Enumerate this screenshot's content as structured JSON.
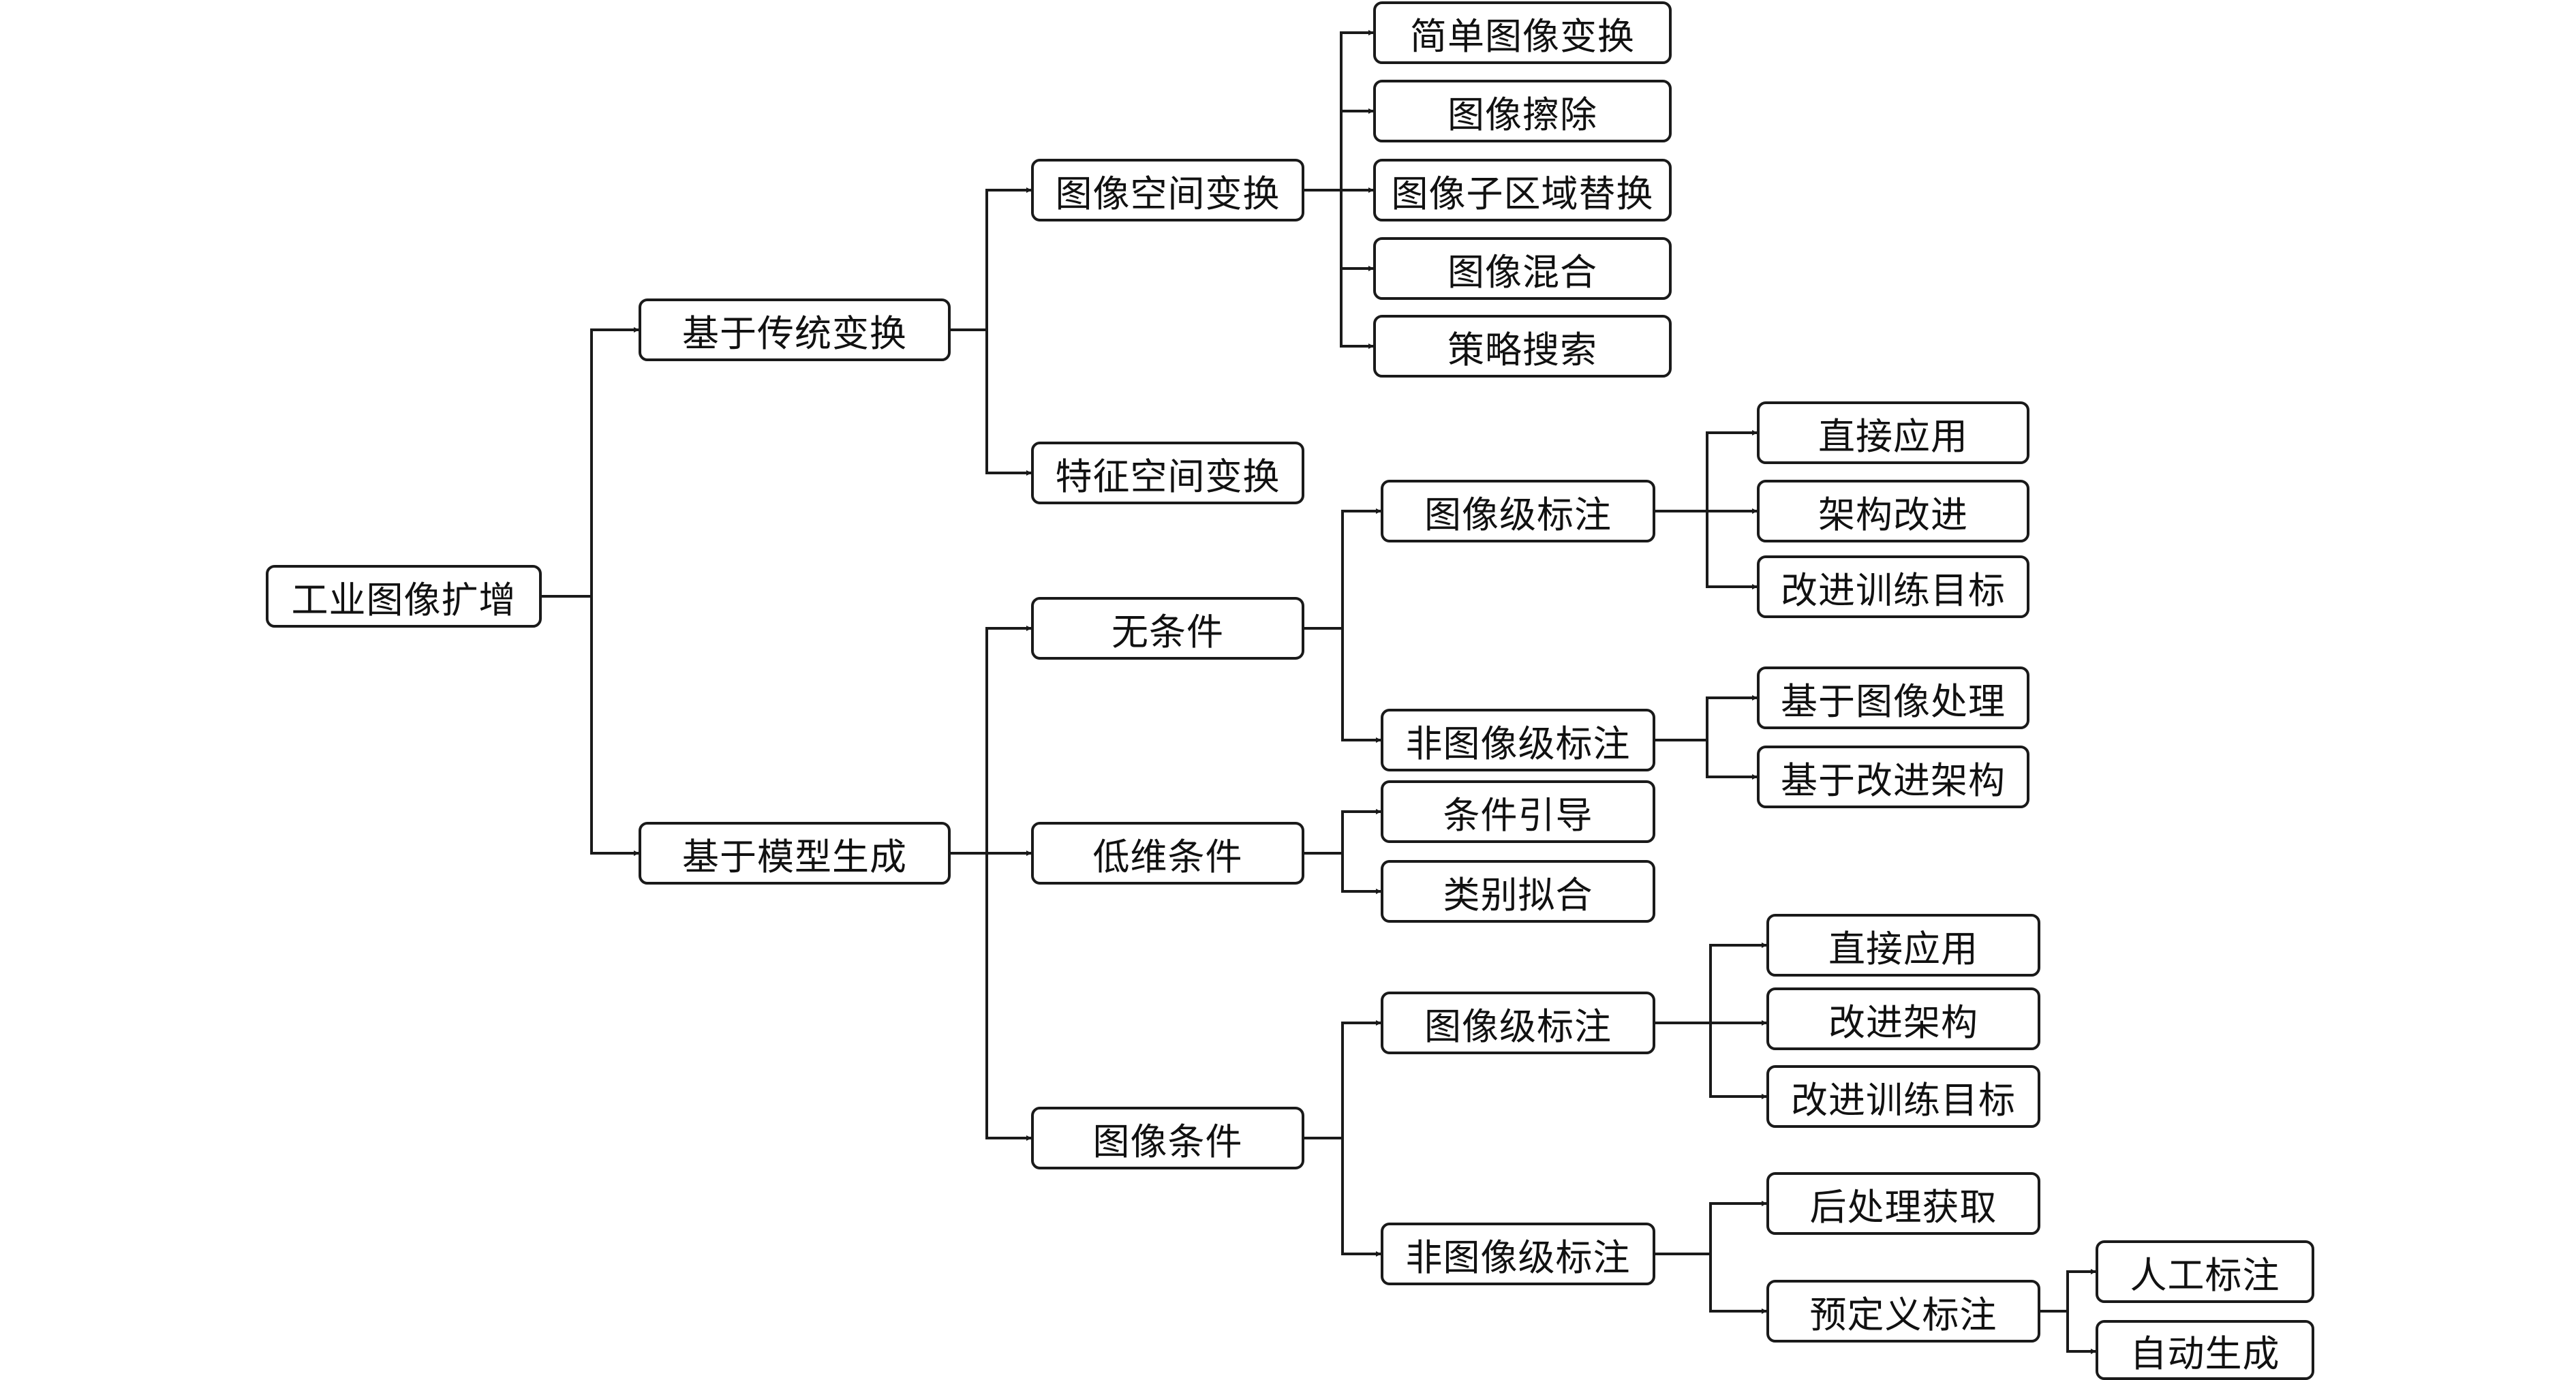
{
  "diagram": {
    "root": "工业图像扩增",
    "traditional": {
      "label": "基于传统变换",
      "image_space": {
        "label": "图像空间变换",
        "items": [
          "简单图像变换",
          "图像擦除",
          "图像子区域替换",
          "图像混合",
          "策略搜索"
        ]
      },
      "feature_space": {
        "label": "特征空间变换"
      }
    },
    "generative": {
      "label": "基于模型生成",
      "unconditional": {
        "label": "无条件",
        "image_level": {
          "label": "图像级标注",
          "items": [
            "直接应用",
            "架构改进",
            "改进训练目标"
          ]
        },
        "non_image_level": {
          "label": "非图像级标注",
          "items": [
            "基于图像处理",
            "基于改进架构"
          ]
        }
      },
      "low_dim": {
        "label": "低维条件",
        "items": [
          "条件引导",
          "类别拟合"
        ]
      },
      "image_cond": {
        "label": "图像条件",
        "image_level": {
          "label": "图像级标注",
          "items": [
            "直接应用",
            "改进架构",
            "改进训练目标"
          ]
        },
        "non_image_level": {
          "label": "非图像级标注",
          "post_processing": "后处理获取",
          "predefined": {
            "label": "预定义标注",
            "items": [
              "人工标注",
              "自动生成"
            ]
          }
        }
      }
    }
  }
}
